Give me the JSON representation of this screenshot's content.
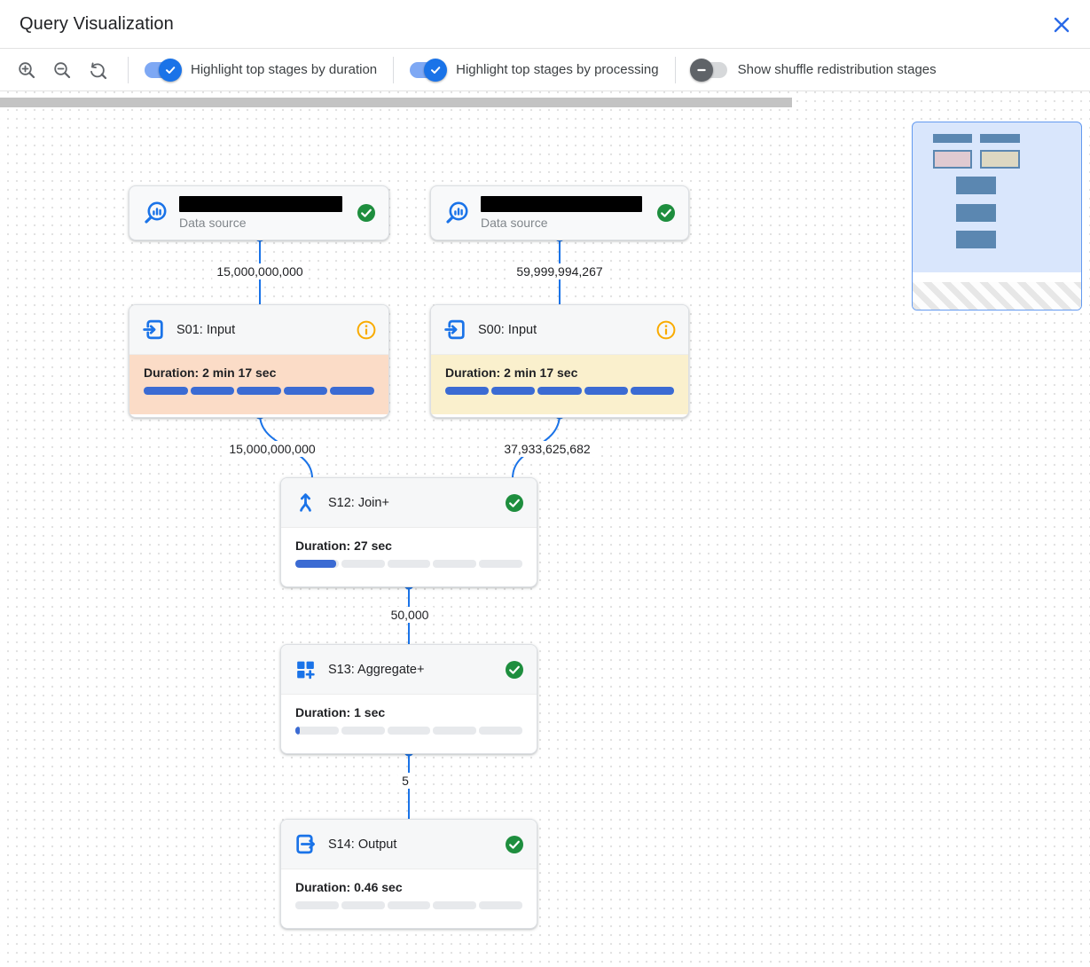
{
  "header": {
    "title": "Query Visualization"
  },
  "toolbar": {
    "zoom_in": "zoom in",
    "zoom_out": "zoom out",
    "zoom_reset": "reset zoom",
    "toggles": [
      {
        "label": "Highlight top stages by duration",
        "state": "on"
      },
      {
        "label": "Highlight top stages by processing",
        "state": "on"
      },
      {
        "label": "Show shuffle redistribution stages",
        "state": "off"
      }
    ]
  },
  "graph": {
    "nodes": [
      {
        "id": "ds1",
        "type": "data-source",
        "name_redacted": true,
        "subtitle": "Data source",
        "status": "completed"
      },
      {
        "id": "ds2",
        "type": "data-source",
        "name_redacted": true,
        "subtitle": "Data source",
        "status": "completed"
      },
      {
        "id": "s01",
        "title": "S01: Input",
        "duration": "Duration: 2 min 17 sec",
        "progress_pct": 100,
        "highlight": "#fbdcc7",
        "status": "info"
      },
      {
        "id": "s00",
        "title": "S00: Input",
        "duration": "Duration: 2 min 17 sec",
        "progress_pct": 100,
        "highlight": "#faf0cd",
        "status": "info"
      },
      {
        "id": "s12",
        "title": "S12: Join+",
        "duration": "Duration: 27 sec",
        "progress_pct": 19,
        "highlight": "none",
        "status": "completed"
      },
      {
        "id": "s13",
        "title": "S13: Aggregate+",
        "duration": "Duration: 1 sec",
        "progress_pct": 2,
        "highlight": "none",
        "status": "completed"
      },
      {
        "id": "s14",
        "title": "S14: Output",
        "duration": "Duration: 0.46 sec",
        "progress_pct": 0,
        "highlight": "none",
        "status": "completed"
      }
    ],
    "edges": [
      {
        "from": "ds1",
        "to": "s01",
        "label": "15,000,000,000"
      },
      {
        "from": "ds2",
        "to": "s00",
        "label": "59,999,994,267"
      },
      {
        "from": "s01",
        "to": "s12",
        "label": "15,000,000,000"
      },
      {
        "from": "s00",
        "to": "s12",
        "label": "37,933,625,682"
      },
      {
        "from": "s12",
        "to": "s13",
        "label": "50,000"
      },
      {
        "from": "s13",
        "to": "s14",
        "label": "5"
      }
    ]
  },
  "colors": {
    "accent_blue": "#1a73e8",
    "progress_blue": "#3b6bd3",
    "success_green": "#1e8e3e",
    "info_orange": "#f9ab00",
    "duration_highlight": "#fbdcc7",
    "processing_highlight": "#faf0cd"
  }
}
